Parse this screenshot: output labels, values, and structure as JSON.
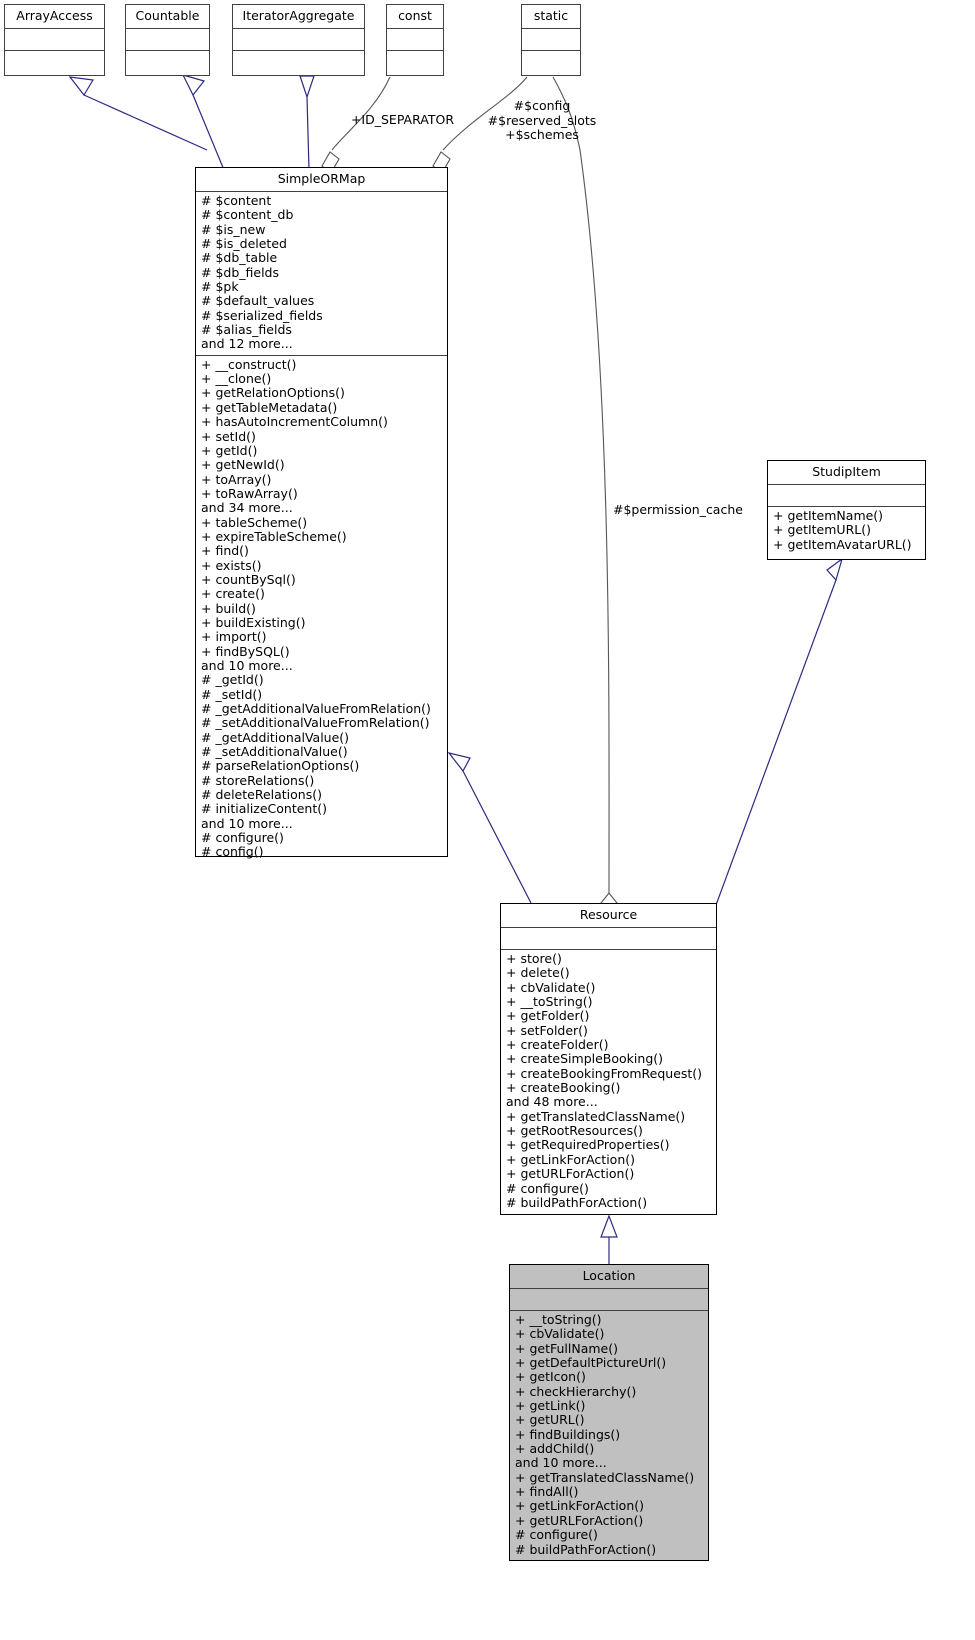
{
  "diagram": {
    "type": "uml-class-diagram",
    "title": "Location class inheritance diagram",
    "colors": {
      "node_border": "#000000",
      "node_fill": "#ffffff",
      "highlight_fill": "#c0c0c0",
      "inheritance_edge": "#2a2a80",
      "association_edge": "#404040",
      "text": "#000000"
    }
  },
  "nodes": [
    {
      "id": "array-access",
      "name": "ArrayAccess",
      "attributes": [],
      "operations": [],
      "highlighted": false
    },
    {
      "id": "countable",
      "name": "Countable",
      "attributes": [],
      "operations": [],
      "highlighted": false
    },
    {
      "id": "iterator-aggregate",
      "name": "IteratorAggregate",
      "attributes": [],
      "operations": [],
      "highlighted": false
    },
    {
      "id": "const",
      "name": "const",
      "attributes": [],
      "operations": [],
      "highlighted": false
    },
    {
      "id": "static",
      "name": "static",
      "attributes": [],
      "operations": [],
      "highlighted": false
    },
    {
      "id": "simple-or-map",
      "name": "SimpleORMap",
      "attributes": [
        "# $content",
        "# $content_db",
        "# $is_new",
        "# $is_deleted",
        "# $db_table",
        "# $db_fields",
        "# $pk",
        "# $default_values",
        "# $serialized_fields",
        "# $alias_fields",
        "and 12 more..."
      ],
      "operations": [
        "+ __construct()",
        "+ __clone()",
        "+ getRelationOptions()",
        "+ getTableMetadata()",
        "+ hasAutoIncrementColumn()",
        "+ setId()",
        "+ getId()",
        "+ getNewId()",
        "+ toArray()",
        "+ toRawArray()",
        "and 34 more...",
        "+ tableScheme()",
        "+ expireTableScheme()",
        "+ find()",
        "+ exists()",
        "+ countBySql()",
        "+ create()",
        "+ build()",
        "+ buildExisting()",
        "+ import()",
        "+ findBySQL()",
        "and 10 more...",
        "# _getId()",
        "# _setId()",
        "# _getAdditionalValueFromRelation()",
        "# _setAdditionalValueFromRelation()",
        "# _getAdditionalValue()",
        "# _setAdditionalValue()",
        "# parseRelationOptions()",
        "# storeRelations()",
        "# deleteRelations()",
        "# initializeContent()",
        "and 10 more...",
        "# configure()",
        "# config()"
      ],
      "highlighted": false
    },
    {
      "id": "studip-item",
      "name": "StudipItem",
      "attributes": [],
      "operations": [
        "+ getItemName()",
        "+ getItemURL()",
        "+ getItemAvatarURL()"
      ],
      "highlighted": false
    },
    {
      "id": "resource",
      "name": "Resource",
      "attributes": [],
      "operations": [
        "+ store()",
        "+ delete()",
        "+ cbValidate()",
        "+ __toString()",
        "+ getFolder()",
        "+ setFolder()",
        "+ createFolder()",
        "+ createSimpleBooking()",
        "+ createBookingFromRequest()",
        "+ createBooking()",
        "and 48 more...",
        "+ getTranslatedClassName()",
        "+ getRootResources()",
        "+ getRequiredProperties()",
        "+ getLinkForAction()",
        "+ getURLForAction()",
        "# configure()",
        "# buildPathForAction()"
      ],
      "highlighted": false
    },
    {
      "id": "location",
      "name": "Location",
      "attributes": [],
      "operations": [
        "+ __toString()",
        "+ cbValidate()",
        "+ getFullName()",
        "+ getDefaultPictureUrl()",
        "+ getIcon()",
        "+ checkHierarchy()",
        "+ getLink()",
        "+ getURL()",
        "+ findBuildings()",
        "+ addChild()",
        "and 10 more...",
        "+ getTranslatedClassName()",
        "+ findAll()",
        "+ getLinkForAction()",
        "+ getURLForAction()",
        "# configure()",
        "# buildPathForAction()"
      ],
      "highlighted": true
    }
  ],
  "edge_labels": [
    {
      "id": "id-separator",
      "text": "+ID_SEPARATOR"
    },
    {
      "id": "static-members",
      "text": "#$config\n#$reserved_slots\n+$schemes"
    },
    {
      "id": "permission-cache",
      "text": "#$permission_cache"
    }
  ],
  "relationships": [
    {
      "from": "simple-or-map",
      "to": "array-access",
      "kind": "inheritance"
    },
    {
      "from": "simple-or-map",
      "to": "countable",
      "kind": "inheritance"
    },
    {
      "from": "simple-or-map",
      "to": "iterator-aggregate",
      "kind": "inheritance"
    },
    {
      "from": "simple-or-map",
      "to": "const",
      "kind": "aggregation",
      "label": "+ID_SEPARATOR"
    },
    {
      "from": "simple-or-map",
      "to": "static",
      "kind": "aggregation",
      "label": "#$config #$reserved_slots +$schemes"
    },
    {
      "from": "resource",
      "to": "simple-or-map",
      "kind": "inheritance"
    },
    {
      "from": "resource",
      "to": "studip-item",
      "kind": "inheritance"
    },
    {
      "from": "resource",
      "to": "static",
      "kind": "aggregation",
      "label": "#$permission_cache"
    },
    {
      "from": "location",
      "to": "resource",
      "kind": "inheritance"
    }
  ]
}
